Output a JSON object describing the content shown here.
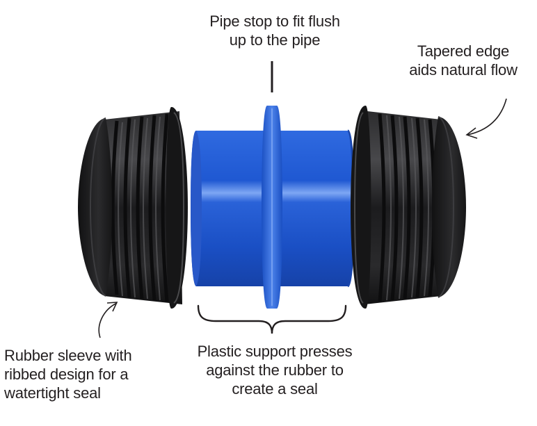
{
  "callouts": {
    "pipe_stop": {
      "lines": [
        "Pipe stop to fit flush",
        "up to the pipe"
      ]
    },
    "tapered_edge": {
      "lines": [
        "Tapered edge",
        "aids natural flow"
      ]
    },
    "rubber_sleeve": {
      "lines": [
        "Rubber sleeve with",
        "ribbed design for a",
        "watertight seal"
      ]
    },
    "plastic_support": {
      "lines": [
        "Plastic support presses",
        "against the rubber to",
        "create a seal"
      ]
    }
  },
  "colors": {
    "rubber": "#1b1b1c",
    "rubber_highlight": "#4a4a4c",
    "plastic": "#1e5bd6",
    "plastic_highlight": "#6f9cf2",
    "text": "#231f20"
  },
  "icons": [
    "left-rubber-sleeve",
    "right-rubber-sleeve",
    "blue-plastic-support",
    "pipe-stop-flange"
  ]
}
